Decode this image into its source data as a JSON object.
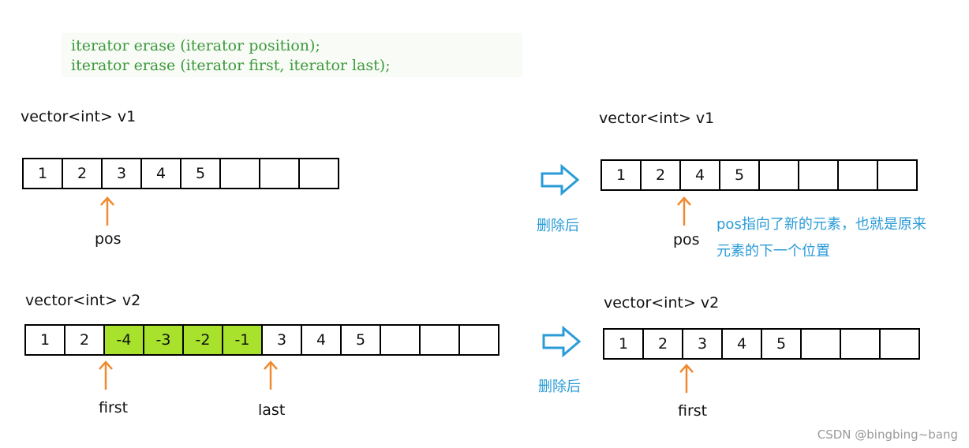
{
  "code": {
    "lines": [
      "iterator erase (iterator position);",
      "iterator erase (iterator first, iterator last);"
    ]
  },
  "v1_before": {
    "title": "vector<int> v1",
    "cells": [
      "1",
      "2",
      "3",
      "4",
      "5",
      "",
      "",
      ""
    ],
    "pointer_label": "pos"
  },
  "v1_after": {
    "title": "vector<int> v1",
    "cells": [
      "1",
      "2",
      "4",
      "5",
      "",
      "",
      "",
      ""
    ],
    "pointer_label": "pos",
    "note_line1": "pos指向了新的元素，也就是原来",
    "note_line2": "元素的下一个位置"
  },
  "v2_before": {
    "title": "vector<int> v2",
    "cells": [
      "1",
      "2",
      "-4",
      "-3",
      "-2",
      "-1",
      "3",
      "4",
      "5",
      "",
      "",
      ""
    ],
    "highlighted": [
      2,
      3,
      4,
      5
    ],
    "first_label": "first",
    "last_label": "last"
  },
  "v2_after": {
    "title": "vector<int> v2",
    "cells": [
      "1",
      "2",
      "3",
      "4",
      "5",
      "",
      "",
      ""
    ],
    "pointer_label": "first"
  },
  "delete_label": "删除后",
  "watermark": "CSDN @bingbing~bang",
  "colors": {
    "code_text": "#3d9a3d",
    "highlight_cell": "#a8e22c",
    "pointer_arrow": "#f08a30",
    "delete_arrow": "#2a9bd7",
    "note_text": "#2a9bd7"
  }
}
